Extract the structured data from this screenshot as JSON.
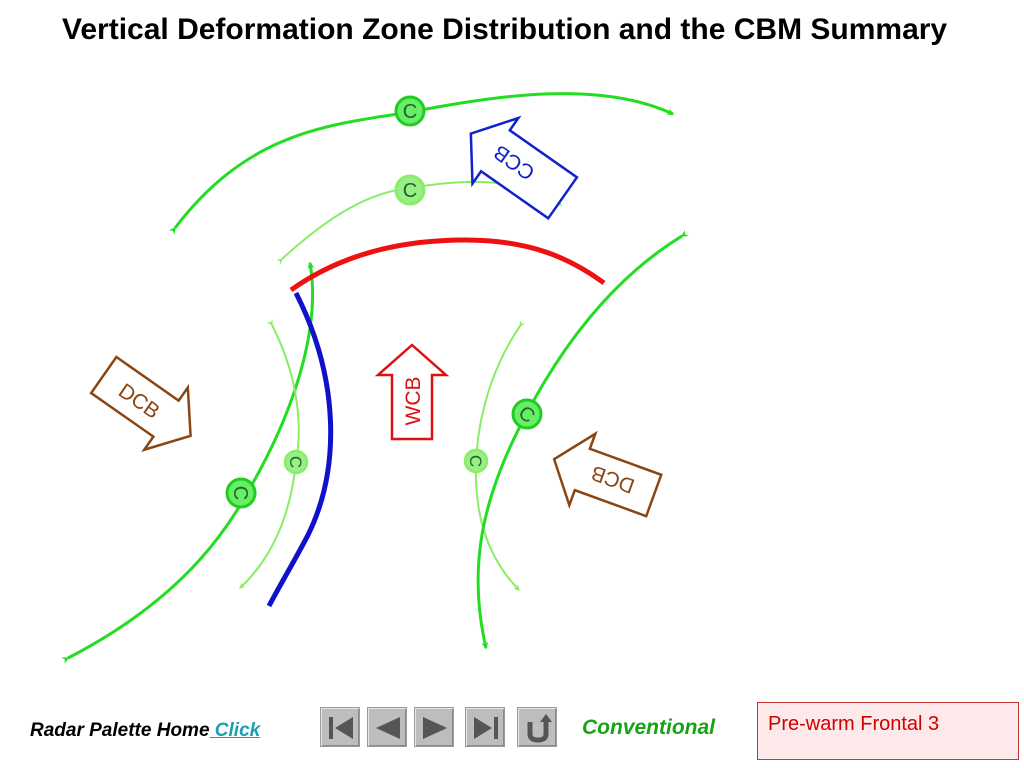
{
  "title": "Vertical Deformation Zone Distribution and the CBM Summary",
  "diagram": {
    "conveyor_labels": {
      "ccb": "CCB",
      "wcb": "WCB",
      "dcb_left": "DCB",
      "dcb_right": "DCB"
    },
    "deformation_marker": "C",
    "colors": {
      "flow_line": "#22dd22",
      "flow_line_light": "#88ee66",
      "front": "#ee1111",
      "boundary": "#1111cc",
      "ccb": "#1122cc",
      "wcb": "#dd1111",
      "dcb": "#8b4513",
      "marker_fill": "#66ee66",
      "marker_ring": "#22cc22"
    }
  },
  "footer": {
    "home_label": "Radar Palette Home",
    "link_label": " Click",
    "nav": [
      {
        "name": "first-slide-button",
        "icon": "skip-first-icon"
      },
      {
        "name": "previous-slide-button",
        "icon": "previous-icon"
      },
      {
        "name": "next-slide-button",
        "icon": "next-icon"
      },
      {
        "name": "last-slide-button",
        "icon": "skip-last-icon"
      },
      {
        "name": "return-button",
        "icon": "return-icon"
      }
    ],
    "mode_label": "Conventional",
    "status_label": "Pre-warm Frontal 3"
  }
}
